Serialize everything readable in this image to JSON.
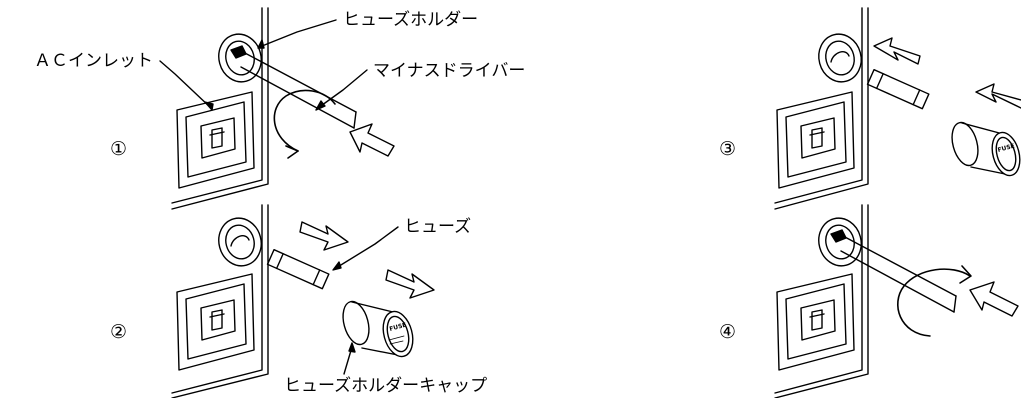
{
  "labels": {
    "ac_inlet": "ＡＣインレット",
    "fuse_holder": "ヒューズホルダー",
    "flat_screwdriver": "マイナスドライバー",
    "fuse": "ヒューズ",
    "fuse_holder_cap": "ヒューズホルダーキャップ"
  },
  "steps": [
    "①",
    "②",
    "③",
    "④"
  ],
  "cap_text": "FUSE"
}
